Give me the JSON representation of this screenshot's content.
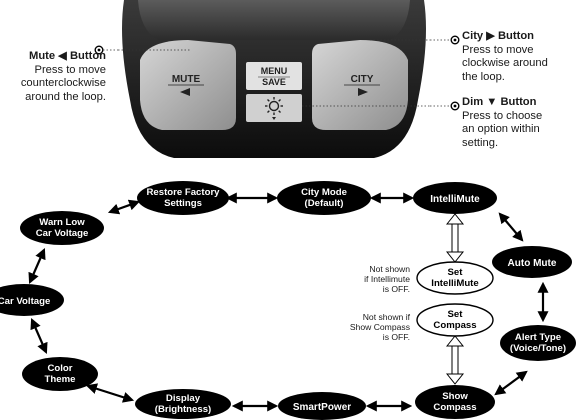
{
  "device": {
    "mute_key": "MUTE",
    "menu_key_line1": "MENU",
    "menu_key_line2": "SAVE",
    "city_key": "CITY"
  },
  "callouts": {
    "mute": {
      "title": "Mute",
      "arrow": "◀",
      "suffix": "Button",
      "desc": [
        "Press to move",
        "counterclockwise",
        "around the loop."
      ]
    },
    "city": {
      "title": "City",
      "arrow": "▶",
      "suffix": "Button",
      "desc": [
        "Press to move",
        "clockwise around",
        "the loop."
      ]
    },
    "dim": {
      "title": "Dim",
      "arrow": "▼",
      "suffix": "Button",
      "desc": [
        "Press to choose",
        "an option within",
        "setting."
      ]
    }
  },
  "nodes": {
    "restore": [
      "Restore Factory",
      "Settings"
    ],
    "city_mode": [
      "City Mode",
      "(Default)"
    ],
    "intellimute": [
      "IntelliMute"
    ],
    "warn_low": [
      "Warn Low",
      "Car Voltage"
    ],
    "auto_mute": [
      "Auto Mute"
    ],
    "car_voltage": [
      "Car Voltage"
    ],
    "set_intellimute": [
      "Set",
      "IntelliMute"
    ],
    "set_compass": [
      "Set",
      "Compass"
    ],
    "alert_type": [
      "Alert Type",
      "(Voice/Tone)"
    ],
    "color_theme": [
      "Color",
      "Theme"
    ],
    "display": [
      "Display",
      "(Brightness)"
    ],
    "smartpower": [
      "SmartPower"
    ],
    "show_compass": [
      "Show",
      "Compass"
    ]
  },
  "notes": {
    "intellimute": [
      "Not shown",
      "if Intellimute",
      "is OFF."
    ],
    "compass": [
      "Not shown if",
      "Show Compass",
      "is OFF."
    ]
  },
  "colors": {
    "node_fill": "#000000",
    "node_text": "#ffffff",
    "device_body": "#2a2a2a",
    "key_face": "#b9b9b9"
  }
}
